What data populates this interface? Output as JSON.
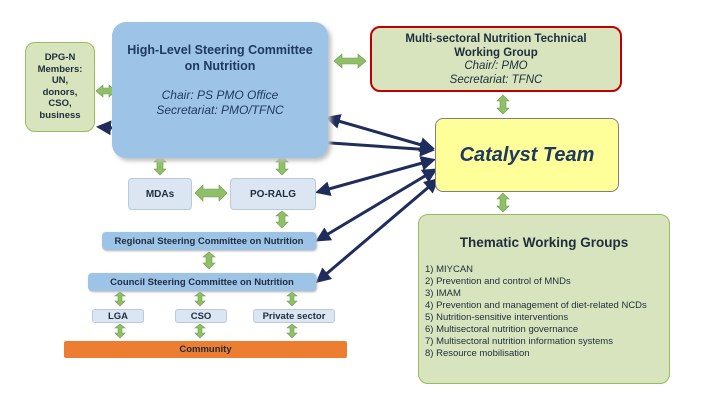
{
  "dpg": {
    "lines": [
      "DPG-N",
      "Members:",
      "UN,",
      "donors,",
      "CSO,",
      "business"
    ]
  },
  "hlsc": {
    "title_line1": "High-Level  Steering Committee",
    "title_line2": "on Nutrition",
    "chair": "Chair: PS PMO Office",
    "secretariat": "Secretariat: PMO/TFNC"
  },
  "mtwg": {
    "title_line1": "Multi-sectoral Nutrition Technical",
    "title_line2": "Working Group",
    "chair": "Chair/: PMO",
    "secretariat": "Secretariat: TFNC"
  },
  "catalyst": {
    "label": "Catalyst Team"
  },
  "mdas": {
    "label": "MDAs"
  },
  "poralg": {
    "label": "PO-RALG"
  },
  "regional": {
    "label": "Regional Steering Committee on Nutrition"
  },
  "council": {
    "label": "Council Steering Committee on Nutrition"
  },
  "lga": {
    "label": "LGA"
  },
  "cso": {
    "label": "CSO"
  },
  "private": {
    "label": "Private sector"
  },
  "community": {
    "label": "Community"
  },
  "twg": {
    "title": "Thematic Working Groups",
    "items": [
      "1) MIYCAN",
      "2) Prevention and control of MNDs",
      "3) IMAM",
      "4) Prevention and management of diet-related NCDs",
      "5) Nutrition-sensitive interventions",
      "6) Multisectoral nutrition governance",
      "7) Multisectoral nutrition information systems",
      "8) Resource mobilisation"
    ]
  },
  "colors": {
    "green_arrow": "#8fbf67",
    "dark_arrow": "#1f2d5c",
    "blue_box": "#9dc3e6",
    "green_box": "#d7e4bd",
    "yellow_box": "#ffff99",
    "community": "#ed7d31",
    "mtwg_border": "#c00000"
  }
}
